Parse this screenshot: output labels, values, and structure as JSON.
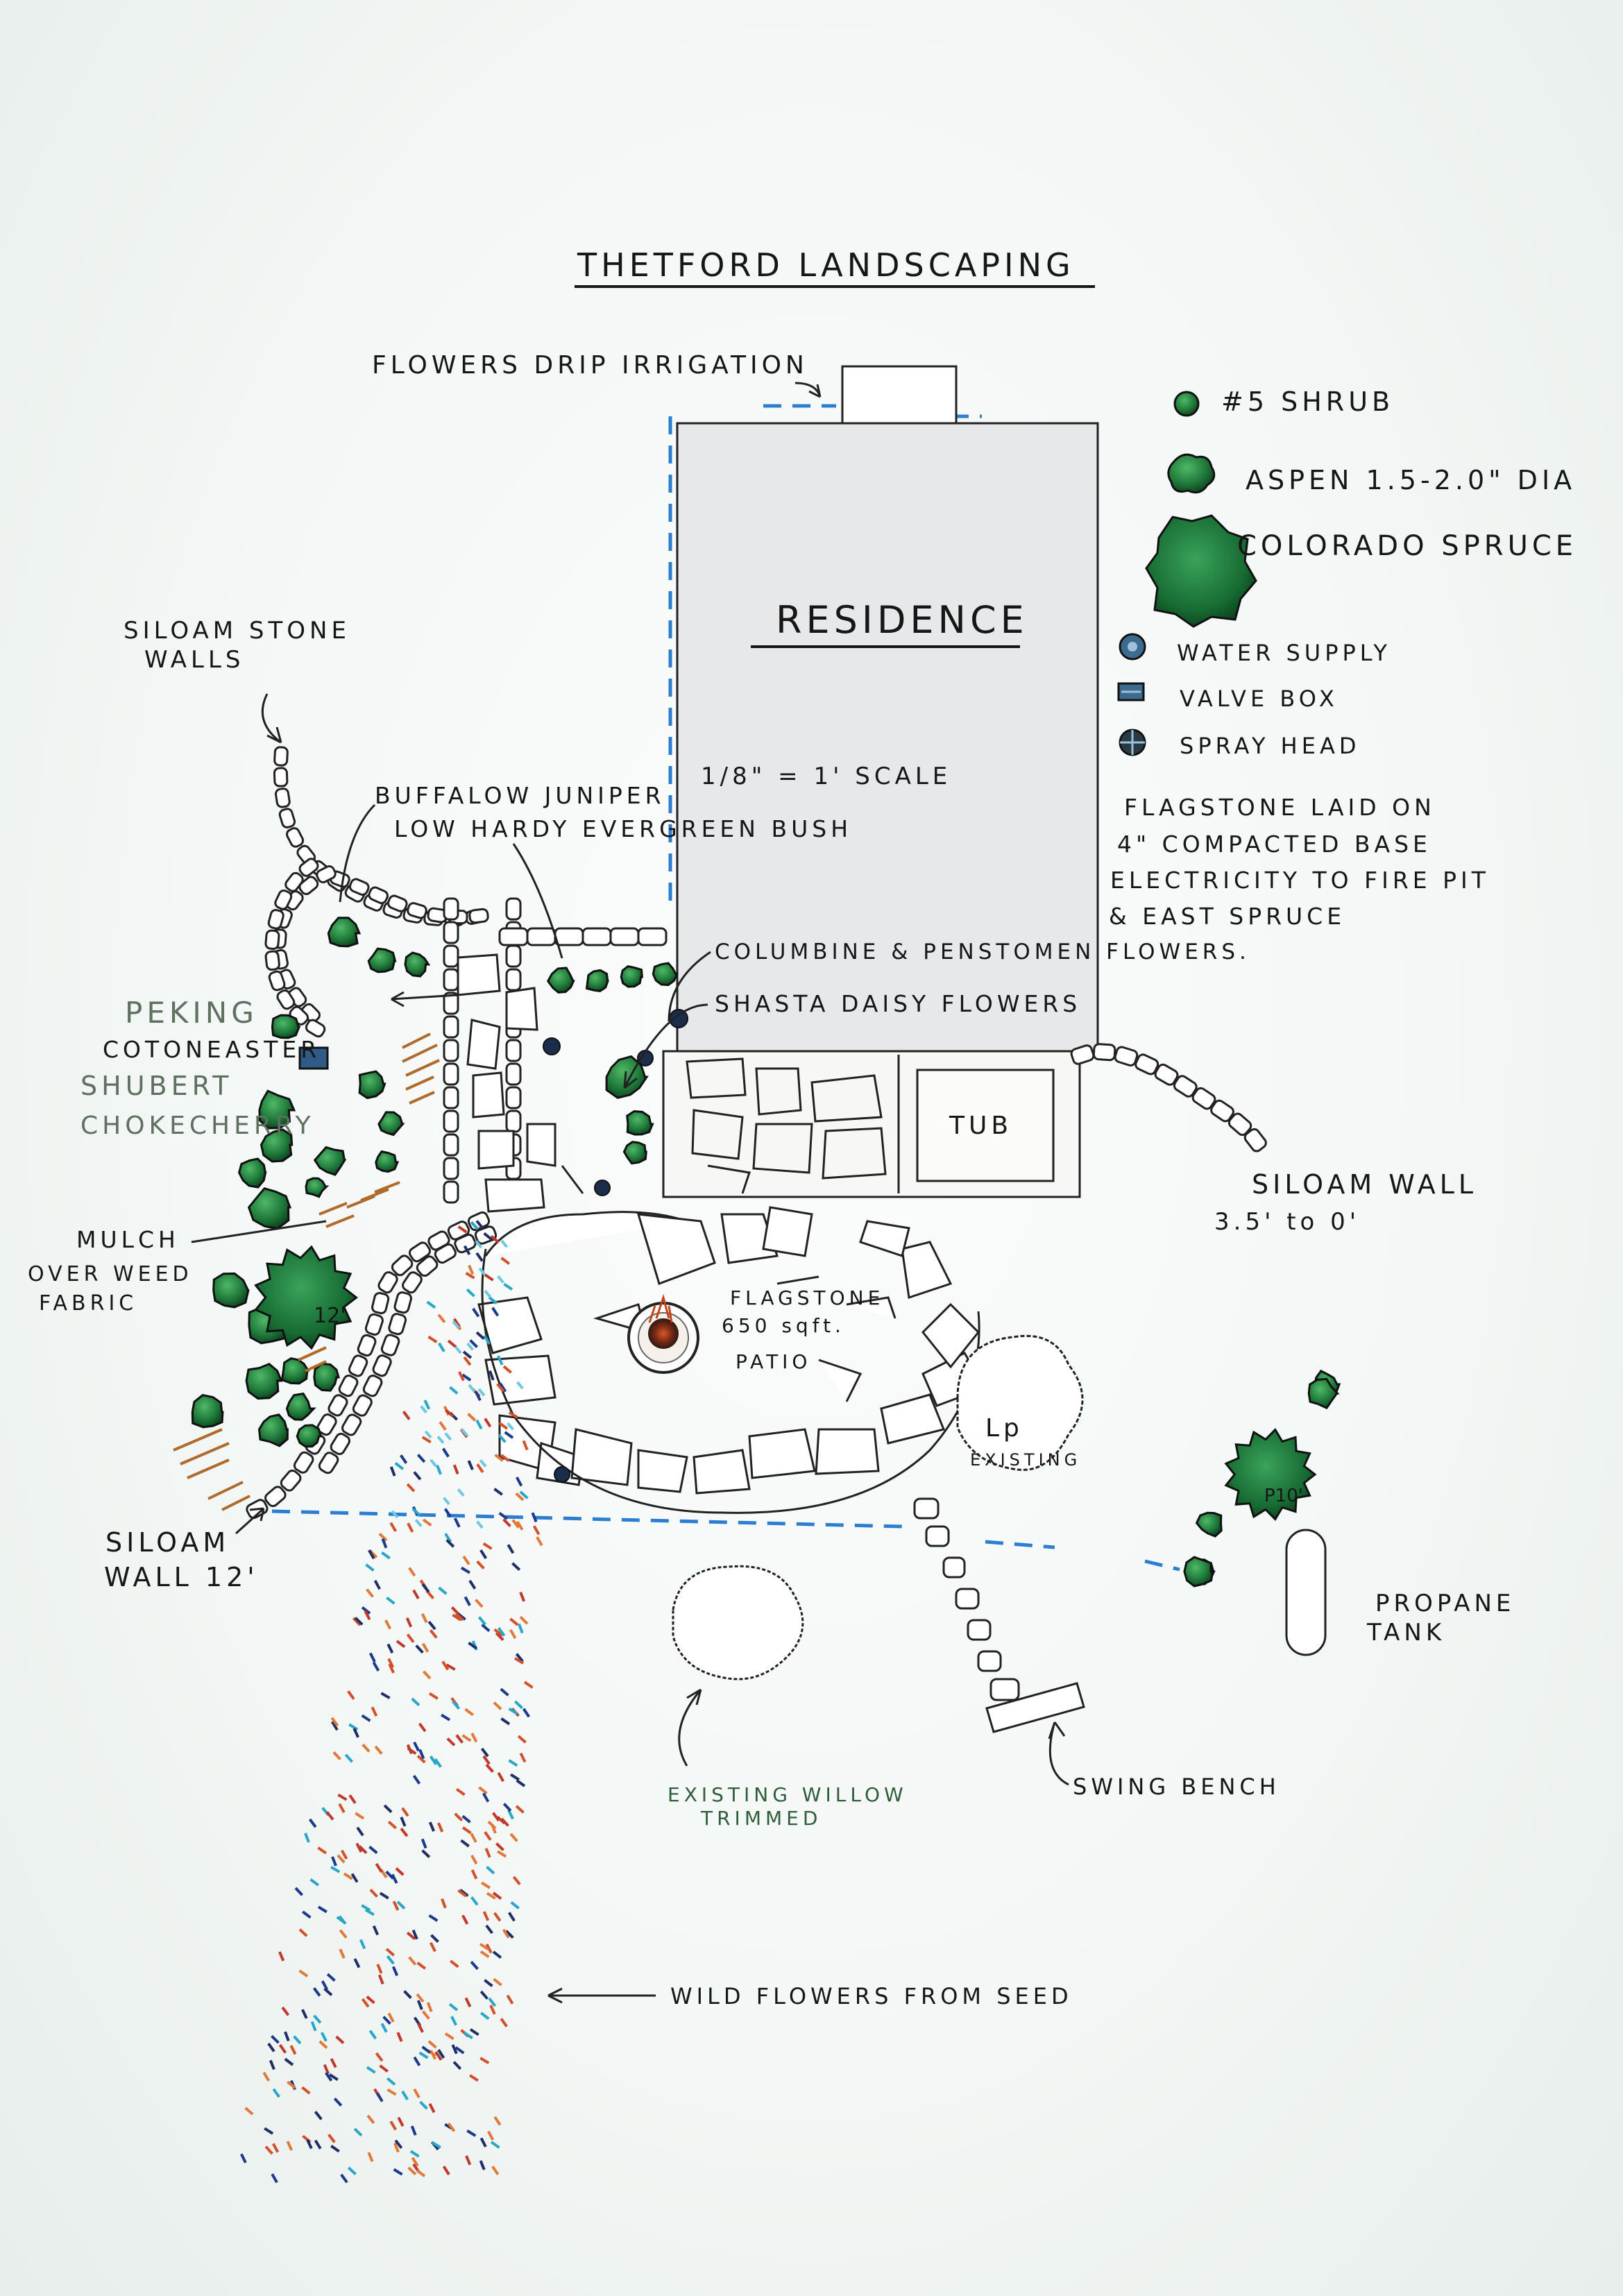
{
  "title": "THETFORD LANDSCAPING",
  "residence": {
    "label": "RESIDENCE",
    "scale": "1/8\" = 1'  SCALE"
  },
  "tub": "TUB",
  "legend": {
    "shrub": "#5 SHRUB",
    "aspen": "ASPEN 1.5-2.0\" DIA",
    "spruce": "COLORADO SPRUCE",
    "water_supply": "WATER SUPPLY",
    "valve_box": "VALVE BOX",
    "spray_head": "SPRAY HEAD"
  },
  "notes": [
    "FLAGSTONE LAID ON",
    "4\" COMPACTED BASE",
    "ELECTRICITY TO FIRE PIT",
    "& EAST SPRUCE"
  ],
  "labels": {
    "drip_irrigation": "FLOWERS DRIP IRRIGATION",
    "stone_walls_1": "SILOAM STONE",
    "stone_walls_2": "WALLS",
    "juniper_1": "BUFFALOW JUNIPER",
    "juniper_2": "LOW HARDY EVERGREEN BUSH",
    "columbine": "COLUMBINE & PENSTOMEN FLOWERS.",
    "shasta": "SHASTA DAISY FLOWERS",
    "peking": "PEKING",
    "cotoneaster": "COTONEASTER",
    "shubert": "SHUBERT",
    "chokecherry": "CHOKECHERRY",
    "mulch_1": "MULCH",
    "mulch_2": "OVER WEED",
    "mulch_3": "FABRIC",
    "spruce_height_left": "12'",
    "siloam_wall_left_1": "SILOAM",
    "siloam_wall_left_2": "WALL 12'",
    "siloam_wall_right_1": "SILOAM WALL",
    "siloam_wall_right_2": "3.5' to 0'",
    "patio_1": "FLAGSTONE",
    "patio_2": "650 sqft.",
    "patio_3": "PATIO",
    "lp_1": "Lp",
    "lp_2": "EXISTING",
    "spruce_height_right": "P10'",
    "propane_1": "PROPANE",
    "propane_2": "TANK",
    "willow_1": "EXISTING WILLOW",
    "willow_2": "TRIMMED",
    "swing_bench": "SWING BENCH",
    "wildflowers": "WILD FLOWERS FROM SEED"
  },
  "colors": {
    "ink": "#161616",
    "shrub_green": "#1f7a3a",
    "dark_green": "#0f4d24",
    "irrigation_blue": "#2c7fd0",
    "mulch_brown": "#b06a2c",
    "willow_text": "#2f5e3b",
    "peking_text": "#5f6f60"
  }
}
